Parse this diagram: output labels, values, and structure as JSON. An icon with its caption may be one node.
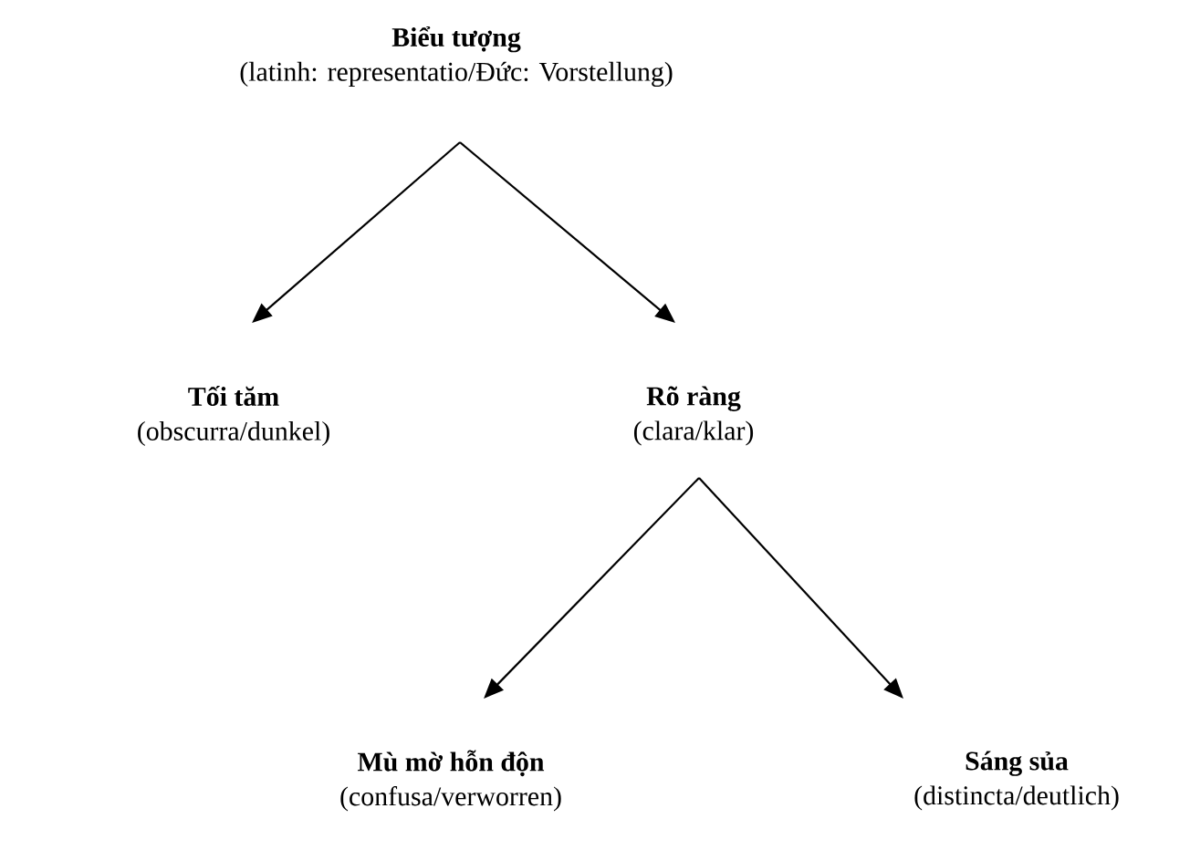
{
  "diagram": {
    "nodes": [
      {
        "text": [
          "Biểu tượng",
          "(latinh: representatio/Đức: Vorstellung)"
        ]
      },
      {
        "text": [
          "Tối tăm",
          "(obscurra/dunkel)"
        ]
      },
      {
        "text": [
          "Rõ ràng",
          "(clara/klar)"
        ]
      },
      {
        "text": [
          "Mù mờ hỗn độn",
          "(confusa/verworren)"
        ]
      },
      {
        "text": [
          "Sáng sủa",
          "(distincta/deutlich)"
        ]
      }
    ],
    "edges": [
      {
        "from": 0,
        "to": 1,
        "arrow": "to"
      },
      {
        "from": 0,
        "to": 2,
        "arrow": "to"
      },
      {
        "from": 2,
        "to": 3,
        "arrow": "to"
      },
      {
        "from": 2,
        "to": 4,
        "arrow": "to"
      }
    ]
  }
}
